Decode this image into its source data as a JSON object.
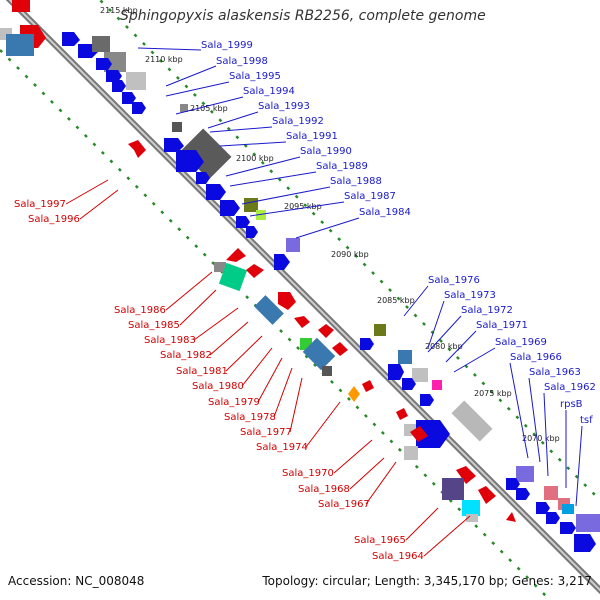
{
  "title": "Sphingopyxis alaskensis RB2256, complete genome",
  "footer": {
    "accession": "Accession: NC_008048",
    "summary": "Topology: circular; Length: 3,345,170 bp; Genes: 3,217"
  },
  "colors": {
    "forward_label": "#1a1acc",
    "reverse_label": "#d40000",
    "backbone": "#888888",
    "tick": "#2a8a2a"
  },
  "ticks": [
    "2115 kbp",
    "2110 kbp",
    "2105 kbp",
    "2100 kbp",
    "2095 kbp",
    "2090 kbp",
    "2085 kbp",
    "2080 kbp",
    "2075 kbp",
    "2070 kbp"
  ],
  "forward_labels": [
    "Sala_1999",
    "Sala_1998",
    "Sala_1995",
    "Sala_1994",
    "Sala_1993",
    "Sala_1992",
    "Sala_1991",
    "Sala_1990",
    "Sala_1989",
    "Sala_1988",
    "Sala_1987",
    "Sala_1984",
    "Sala_1976",
    "Sala_1973",
    "Sala_1972",
    "Sala_1971",
    "Sala_1969",
    "Sala_1966",
    "Sala_1963",
    "Sala_1962",
    "rpsB",
    "tsf"
  ],
  "reverse_labels": [
    "Sala_1997",
    "Sala_1996",
    "Sala_1986",
    "Sala_1985",
    "Sala_1983",
    "Sala_1982",
    "Sala_1981",
    "Sala_1980",
    "Sala_1979",
    "Sala_1978",
    "Sala_1977",
    "Sala_1974",
    "Sala_1970",
    "Sala_1968",
    "Sala_1967",
    "Sala_1965",
    "Sala_1964"
  ]
}
